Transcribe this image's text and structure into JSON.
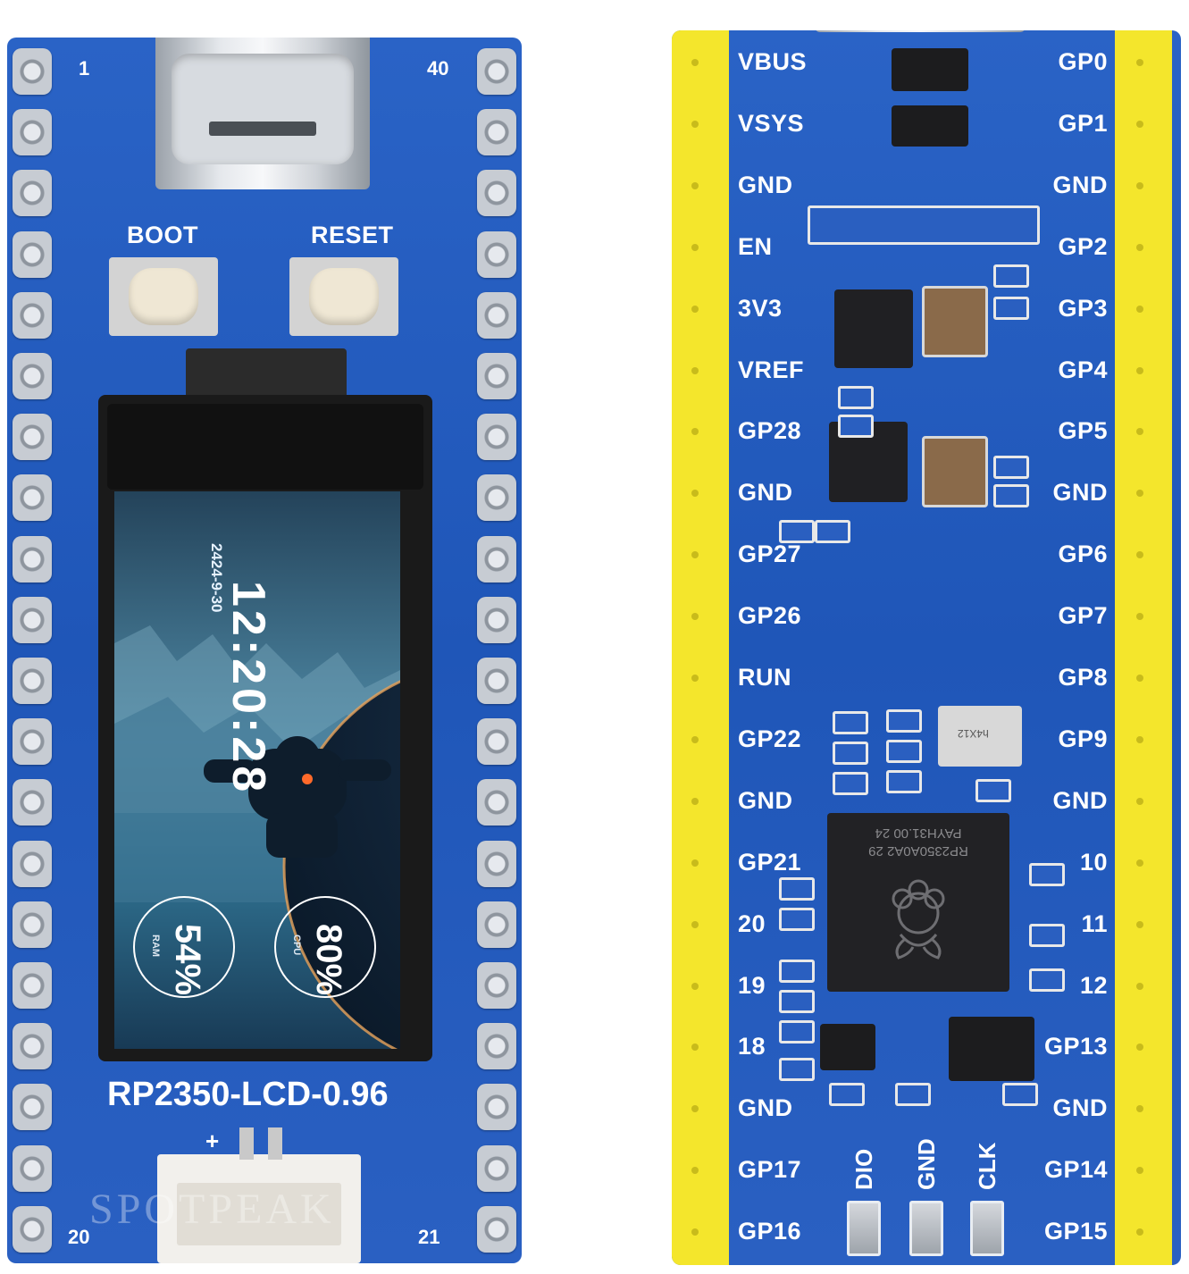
{
  "scene": {
    "background": "#ffffff",
    "pcb_color": "#1f56b8",
    "header_color": "#f4e62c"
  },
  "left_board": {
    "model_label": "RP2350-LCD-0.96",
    "corner_numbers": {
      "top_left": "1",
      "top_right": "40",
      "bottom_left": "20",
      "bottom_right": "21"
    },
    "buttons": [
      {
        "label": "BOOT"
      },
      {
        "label": "RESET"
      }
    ],
    "connector_polarity": "+",
    "watermark": "SPOTPEAK",
    "screen": {
      "time": "12:20:28",
      "date": "2424-9-30",
      "ram_percent": "54%",
      "ram_label": "RAM",
      "cpu_percent": "80%",
      "cpu_label": "CPU"
    }
  },
  "right_board": {
    "left_pins": [
      "VBUS",
      "VSYS",
      "GND",
      "EN",
      "3V3",
      "VREF",
      "GP28",
      "GND",
      "GP27",
      "GP26",
      "RUN",
      "GP22",
      "GND",
      "GP21",
      "20",
      "19",
      "18",
      "GND",
      "GP17",
      "GP16"
    ],
    "right_pins": [
      "GP0",
      "GP1",
      "GND",
      "GP2",
      "GP3",
      "GP4",
      "GP5",
      "GND",
      "GP6",
      "GP7",
      "GP8",
      "GP9",
      "GND",
      "10",
      "11",
      "12",
      "GP13",
      "GND",
      "GP14",
      "GP15"
    ],
    "debug_pads": [
      "DIO",
      "GND",
      "CLK"
    ],
    "chip_marking": [
      "RP2350A0A2 29",
      "PAYH31.00 24"
    ],
    "crystal_marking": "h4X12"
  }
}
